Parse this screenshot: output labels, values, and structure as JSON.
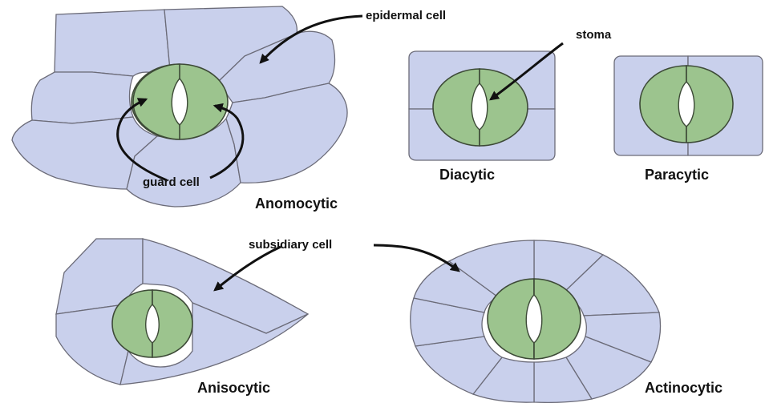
{
  "colors": {
    "subsidiary_cell": "#c9d0ec",
    "guard_cell": "#9cc48e",
    "outline": "#6b6b78",
    "arrow": "#111111"
  },
  "annotations": {
    "epidermal_cell": "epidermal cell",
    "stoma": "stoma",
    "guard_cell": "guard cell",
    "subsidiary_cell": "subsidiary cell"
  },
  "types": {
    "anomocytic": "Anomocytic",
    "diacytic": "Diacytic",
    "paracytic": "Paracytic",
    "anisocytic": "Anisocytic",
    "actinocytic": "Actinocytic"
  }
}
